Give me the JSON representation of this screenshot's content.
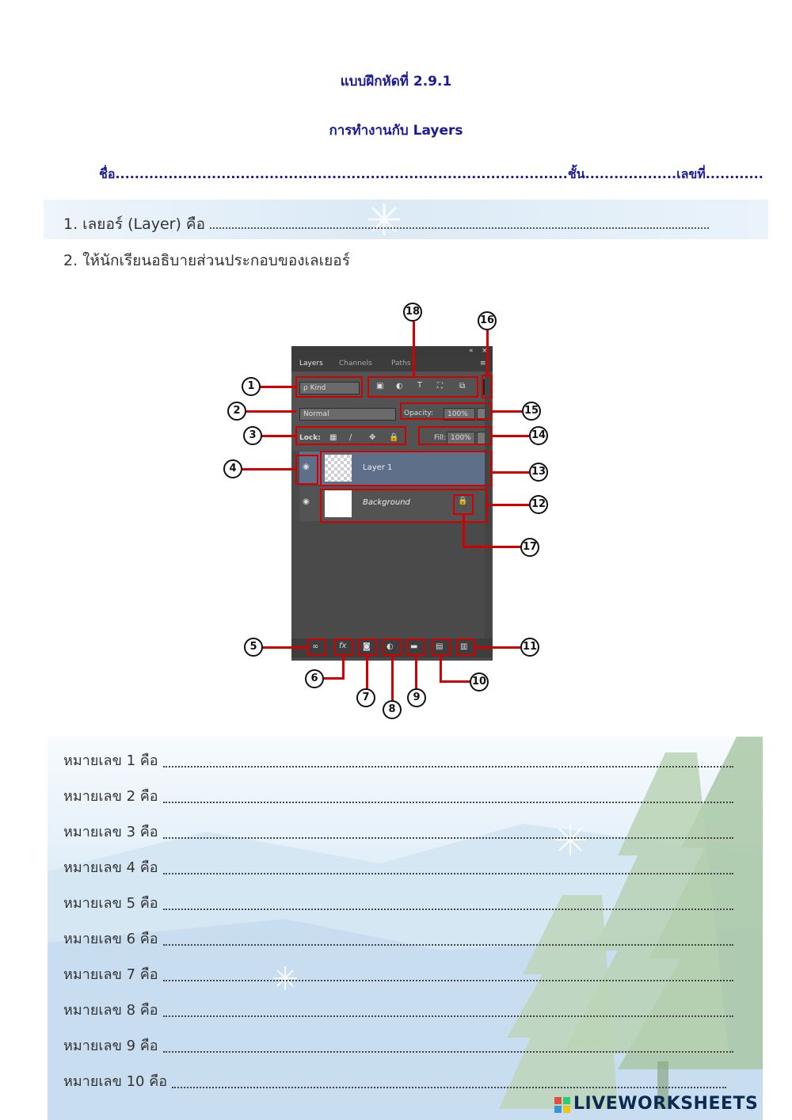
{
  "header": {
    "exercise_title": "แบบฝึกหัดที่ 2.9.1",
    "subtitle": "การทำงานกับ Layers",
    "name_line": "ชื่อ..............................................................................................ชั้น...................เลขที่............"
  },
  "questions": [
    {
      "text": "1. เลยอร์ (Layer)  คือ"
    },
    {
      "text": "2. ให้นักเรียนอธิบายส่วนประกอบของเลเยอร์"
    }
  ],
  "panel": {
    "tabs": [
      "Layers",
      "Channels",
      "Paths"
    ],
    "kind_label": "ρ Kind",
    "blend_mode": "Normal",
    "opacity_label": "Opacity:",
    "opacity_value": "100%",
    "lock_label": "Lock:",
    "fill_label": "Fill:",
    "fill_value": "100%",
    "layers": [
      {
        "name": "Layer 1"
      },
      {
        "name": "Background"
      }
    ]
  },
  "callouts": [
    "1",
    "2",
    "3",
    "4",
    "5",
    "6",
    "7",
    "8",
    "9",
    "10",
    "11",
    "12",
    "13",
    "14",
    "15",
    "16",
    "17",
    "18"
  ],
  "answers": [
    {
      "label": "หมายเลข 1 คือ"
    },
    {
      "label": "หมายเลข 2 คือ"
    },
    {
      "label": "หมายเลข 3 คือ"
    },
    {
      "label": "หมายเลข 4 คือ"
    },
    {
      "label": "หมายเลข 5 คือ"
    },
    {
      "label": "หมายเลข 6 คือ"
    },
    {
      "label": "หมายเลข 7 คือ"
    },
    {
      "label": "หมายเลข 8 คือ"
    },
    {
      "label": "หมายเลข 9 คือ"
    },
    {
      "label": "หมายเลข 10 คือ"
    }
  ],
  "footer": {
    "brand": "LIVEWORKSHEETS"
  },
  "colors": {
    "title": "#1a1a9a",
    "callout_red": "#d40000",
    "panel_dark": "#4a4a4a"
  }
}
